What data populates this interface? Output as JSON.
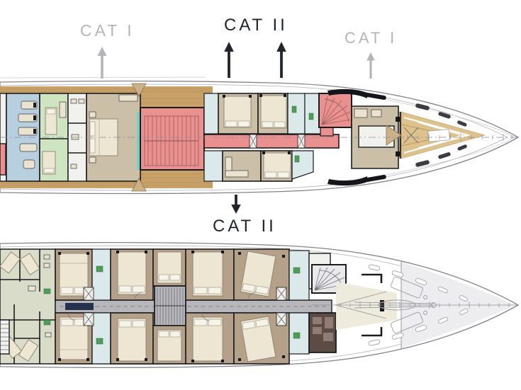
{
  "annotations": {
    "top_left": {
      "label": "CAT I",
      "tone": "gray",
      "arrow": "up",
      "arrow_count": 1
    },
    "top_center": {
      "label": "CAT II",
      "tone": "dark",
      "arrow": "up",
      "arrow_count": 2
    },
    "top_right": {
      "label": "CAT I",
      "tone": "gray",
      "arrow": "up",
      "arrow_count": 1
    },
    "bottom_center": {
      "label": "CAT II",
      "tone": "dark",
      "arrow": "down",
      "arrow_count": 1
    }
  },
  "colors": {
    "cat2_highlight": "#ea908e",
    "label_dark": "#21242e",
    "label_gray": "#b4b4bb",
    "wood_deck": "#c7a167",
    "wood_bow": "#ddc28d",
    "gym_blue": "#b7cfdf",
    "room_green": "#cfe5c1",
    "room_green_dark": "#bedcb4",
    "cabin_tan": "#cbbfa7",
    "cabin_brown": "#b5a089",
    "bed_cream": "#ece6d3",
    "bath_blue": "#dce9ea",
    "corridor_gray": "#b7b7bb",
    "stair_navy": "#25304c",
    "laundry_brown": "#5d4b46",
    "crew_sage": "#d8dcc9",
    "teal_accent": "#79cfc6",
    "fixture_green": "#4f9d58",
    "wall_black": "#1b1b1f",
    "hull_gray": "#84848c",
    "bow_gray": "#ededf0"
  }
}
